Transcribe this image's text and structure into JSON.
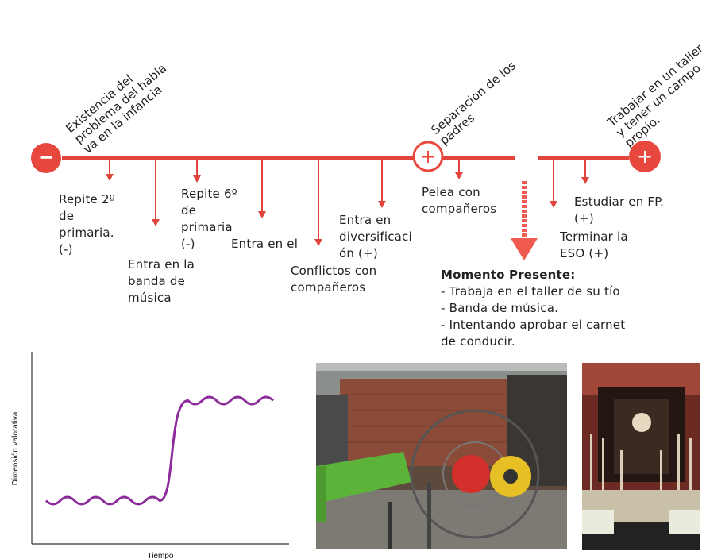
{
  "timeline": {
    "top_labels": {
      "childhood": [
        "Existencia del",
        "problema del habla",
        "va en la infancia"
      ],
      "separation": [
        "Separación de los",
        "padres"
      ],
      "work": [
        "Trabajar en un taller",
        "y tener un campo",
        "propio."
      ]
    },
    "markers": {
      "minus": "−",
      "plus": "+"
    },
    "events": {
      "repite2": [
        "Repite 2º",
        "de",
        "primaria.",
        "(-)"
      ],
      "banda": [
        "Entra en la",
        "banda de",
        "música"
      ],
      "repite6": [
        "Repite 6º",
        "de",
        "primaria",
        "(-)"
      ],
      "entra_el": "Entra en el",
      "conflictos": [
        "Conflictos con",
        "compañeros"
      ],
      "diversificacion": [
        "Entra en",
        "diversificaci",
        "ón (+)"
      ],
      "pelea": [
        "Pelea con",
        "compañeros"
      ],
      "fp": [
        "Estudiar en FP.",
        "(+)"
      ],
      "eso": [
        "Terminar la",
        "ESO (+)"
      ]
    },
    "present": {
      "title": "Momento Presente:",
      "items": [
        "- Trabaja en el taller de su tío",
        "- Banda de música.",
        "- Intentando aprobar el carnet",
        "de conducir."
      ]
    },
    "colors": {
      "line": "#e0443a",
      "accent": "#f05a4f"
    }
  },
  "chart_data": {
    "type": "line",
    "title": "",
    "xlabel": "Tiempo",
    "ylabel": "Dimensión valorativa",
    "series": [
      {
        "color": "#8e2b9c",
        "y_relative": [
          0.22,
          0.22,
          0.22,
          0.22,
          0.22,
          0.78,
          0.78,
          0.78,
          0.78
        ]
      }
    ],
    "grid": false
  },
  "photos": [
    {
      "subject": "workshop",
      "colors": [
        "#6a5040",
        "#58a63c",
        "#d9302c",
        "#e7c028"
      ]
    },
    {
      "subject": "religious-float",
      "colors": [
        "#2a1a14",
        "#c8b488",
        "#a82c28",
        "#f0ece0"
      ]
    }
  ]
}
